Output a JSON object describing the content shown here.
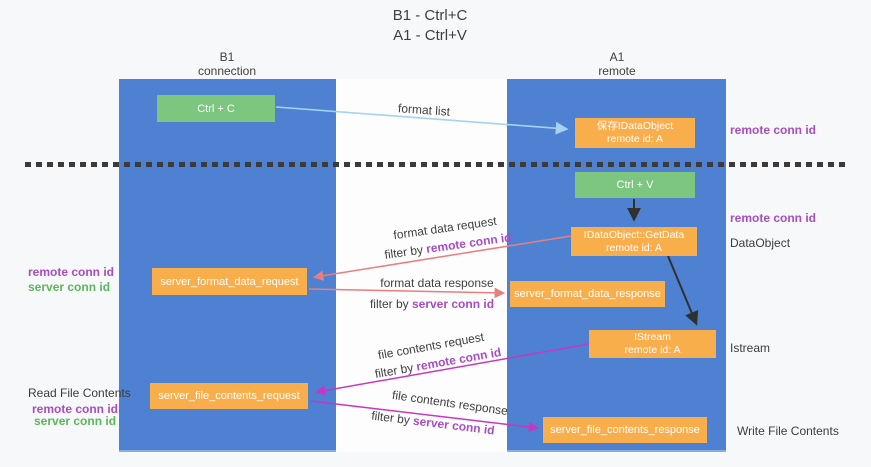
{
  "title": {
    "line1": "B1 - Ctrl+C",
    "line2": "A1 - Ctrl+V"
  },
  "lanes": {
    "left": {
      "title": "B1",
      "subtitle": "connection"
    },
    "right": {
      "title": "A1",
      "subtitle": "remote"
    }
  },
  "nodes": {
    "ctrl_c": {
      "label": "Ctrl + C"
    },
    "ctrl_v": {
      "label": "Ctrl + V"
    },
    "save_dataobject": {
      "line1": "保存IDataObject",
      "line2": "remote id: A"
    },
    "getdata": {
      "line1": "IDataObject::GetData",
      "line2": "remote id: A"
    },
    "istream": {
      "line1": "IStream",
      "line2": "remote id: A"
    },
    "format_request": {
      "label": "server_format_data_request"
    },
    "format_response": {
      "label": "server_format_data_response"
    },
    "file_request": {
      "label": "server_file_contents_request"
    },
    "file_response": {
      "label": "server_file_contents_response"
    }
  },
  "edges": {
    "format_list": "format list",
    "format_data_request": "format data request",
    "format_data_response": "format data response",
    "file_contents_request": "file contents request",
    "file_contents_response": "file contents response",
    "filter_by": "filter by ",
    "remote_conn_id": "remote conn id",
    "server_conn_id": "server conn id"
  },
  "annotations": {
    "remote_conn_id": "remote conn id",
    "server_conn_id": "server conn id",
    "dataobject": "DataObject",
    "istream": "Istream",
    "read_file_contents": "Read File Contents",
    "write_file_contents": "Write File Contents"
  },
  "colors": {
    "lane_blue": "#4e81d2",
    "node_green": "#7dc67f",
    "node_orange": "#f9ae4c",
    "purple_text": "#a64ec1",
    "green_text": "#5bb75b",
    "arrow_red": "#e87e7e",
    "arrow_magenta": "#c438c4",
    "arrow_light_blue": "#a6d2f0",
    "arrow_black": "#303030"
  }
}
